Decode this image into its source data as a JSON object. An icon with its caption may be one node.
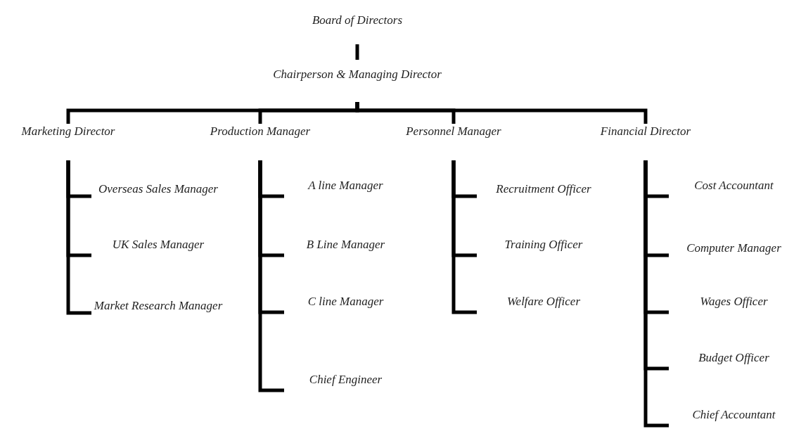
{
  "diagram": {
    "nodes": [
      {
        "text": [
          "Board of Directors"
        ]
      },
      {
        "text": [
          "Chairperson & Managing Director"
        ]
      },
      {
        "text": [
          "Marketing Director"
        ]
      },
      {
        "text": [
          "Production Manager"
        ]
      },
      {
        "text": [
          "Personnel Manager"
        ]
      },
      {
        "text": [
          "Financial Director"
        ]
      },
      {
        "text": [
          "Overseas Sales Manager"
        ]
      },
      {
        "text": [
          "UK Sales Manager"
        ]
      },
      {
        "text": [
          "Market Research Manager"
        ]
      },
      {
        "text": [
          "A line Manager"
        ]
      },
      {
        "text": [
          "B Line Manager"
        ]
      },
      {
        "text": [
          "C line Manager"
        ]
      },
      {
        "text": [
          "Chief Engineer"
        ]
      },
      {
        "text": [
          "Recruitment Officer"
        ]
      },
      {
        "text": [
          "Training Officer"
        ]
      },
      {
        "text": [
          "Welfare Officer"
        ]
      },
      {
        "text": [
          "Cost Accountant"
        ]
      },
      {
        "text": [
          "Computer Manager"
        ]
      },
      {
        "text": [
          "Wages Officer"
        ]
      },
      {
        "text": [
          "Budget Officer"
        ]
      },
      {
        "text": [
          "Chief Accountant"
        ]
      }
    ],
    "edges": [
      {
        "from": 0,
        "to": 1,
        "arrow": "none"
      },
      {
        "from": 1,
        "to": 2,
        "arrow": "none"
      },
      {
        "from": 1,
        "to": 3,
        "arrow": "none"
      },
      {
        "from": 1,
        "to": 4,
        "arrow": "none"
      },
      {
        "from": 1,
        "to": 5,
        "arrow": "none"
      },
      {
        "from": 2,
        "to": 6,
        "arrow": "none"
      },
      {
        "from": 2,
        "to": 7,
        "arrow": "none"
      },
      {
        "from": 2,
        "to": 8,
        "arrow": "none"
      },
      {
        "from": 3,
        "to": 9,
        "arrow": "none"
      },
      {
        "from": 3,
        "to": 10,
        "arrow": "none"
      },
      {
        "from": 3,
        "to": 11,
        "arrow": "none"
      },
      {
        "from": 3,
        "to": 12,
        "arrow": "none"
      },
      {
        "from": 4,
        "to": 13,
        "arrow": "none"
      },
      {
        "from": 4,
        "to": 14,
        "arrow": "none"
      },
      {
        "from": 4,
        "to": 15,
        "arrow": "none"
      },
      {
        "from": 5,
        "to": 16,
        "arrow": "none"
      },
      {
        "from": 5,
        "to": 17,
        "arrow": "none"
      },
      {
        "from": 5,
        "to": 18,
        "arrow": "none"
      },
      {
        "from": 5,
        "to": 19,
        "arrow": "none"
      },
      {
        "from": 5,
        "to": 20,
        "arrow": "none"
      }
    ]
  }
}
